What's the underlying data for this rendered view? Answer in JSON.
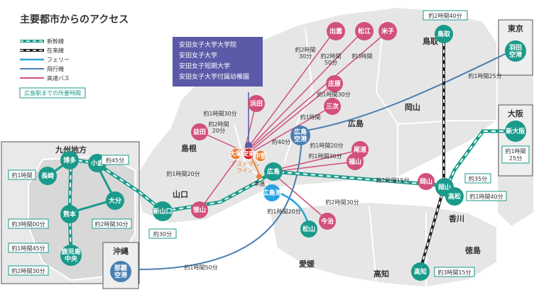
{
  "title": "主要都市からのアクセス",
  "legend": [
    {
      "label": "新幹線",
      "style": "shinkansen"
    },
    {
      "label": "在来線",
      "style": "zairai"
    },
    {
      "label": "フェリー",
      "style": "ferry"
    },
    {
      "label": "飛行機",
      "style": "plane"
    },
    {
      "label": "高速バス",
      "style": "bus"
    }
  ],
  "legend_note": "広島駅までの所要時間",
  "campus": {
    "lines": [
      "安田女子大学大学院",
      "安田女子大学",
      "安田女子短期大学",
      "安田女子大学付属幼稚園"
    ],
    "markers": {
      "ohtake": "大塚",
      "yasuda": "安東",
      "nakasuji": "中筋",
      "hondori": "本通"
    },
    "line_name": "アストラム\nライン"
  },
  "regions": {
    "tottori": "鳥取",
    "shimane": "島根",
    "okayama": "岡山",
    "hiroshima": "広島",
    "yamaguchi": "山口",
    "kagawa": "香川",
    "ehime": "愛媛",
    "tokushima": "徳島",
    "kochi": "高知",
    "kyushu": "九州地方",
    "tokyo": "東京",
    "osaka": "大阪",
    "okinawa": "沖縄"
  },
  "stations": {
    "hiroshima": "広島",
    "hiroshima_airport": "広島\n空港",
    "hiroshima_port": "広島港",
    "shinyamaguchi": "新山口",
    "hakata": "博多",
    "kokura": "小倉",
    "oita": "大分",
    "nagasaki": "長崎",
    "kumamoto": "熊本",
    "kagoshima": "鹿児島\n中央",
    "okayama": "岡山",
    "takamatsu": "高松",
    "kochi": "高知",
    "tottori": "鳥取",
    "haneda": "羽田\n空港",
    "shinosaka": "新大阪",
    "naha": "那覇\n空港",
    "matsuyama": "松山"
  },
  "bus_destinations": {
    "izumo": "出雲",
    "matsue": "松江",
    "yonago": "米子",
    "shobara": "庄原",
    "miyoshi": "三次",
    "hamada": "浜田",
    "masuda": "益田",
    "onomichi": "尾道",
    "fukuyama": "福山",
    "okayama_bus": "岡山",
    "tokuyama": "徳山",
    "imabari": "今治"
  },
  "times": {
    "izumo": "約2時間\n30分",
    "matsue": "約2時間\n50分",
    "yonago": "約3時間",
    "shobara": "約1時間30分",
    "miyoshi": "約1時間",
    "hamada": "約1時間30分",
    "masuda": "約2時間\n20分",
    "onomichi": "約1時間20分",
    "fukuyama": "約1時間30分",
    "okayama_bus": "約2時間15分",
    "tokuyama": "約1時間20分",
    "imabari": "約2時間30分",
    "airport_bus": "約40分",
    "tottori": "約2時間40分",
    "tokyo": "約1時間25分",
    "osaka": "約1時間\n25分",
    "okayama": "約35分",
    "takamatsu": "約1時間40分",
    "kochi": "約3時間15分",
    "shinyamaguchi": "約30分",
    "kokura": "約45分",
    "hakata": "約1時間",
    "oita": "約2時間30分",
    "nagasaki": "約3時間00分",
    "kumamoto": "約1時間45分",
    "kagoshima": "約2時間30分",
    "matsuyama": "約1時間20分",
    "naha": "約1時間50分"
  },
  "colors": {
    "shinkansen": "#1a9a8a",
    "ferry": "#2aa3e0",
    "plane": "#4a7fb0",
    "bus": "#d2507a",
    "teal_station": "#1a9a8a",
    "pink": "#d2507a",
    "campus": "#5a5aa8",
    "region_fill": "#e6e6e6"
  }
}
